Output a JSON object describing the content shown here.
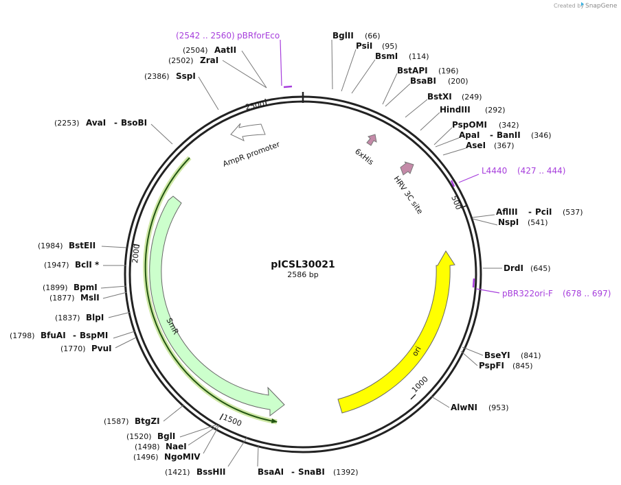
{
  "credit": {
    "created_by": "Created by",
    "brand": "SnapGene"
  },
  "plasmid": {
    "name": "pICSL30021",
    "length_label": "2586 bp",
    "length": 2586
  },
  "ticks": [
    "500",
    "1000",
    "1500",
    "2000",
    "2500"
  ],
  "enzymes": [
    {
      "name": "BglII",
      "pos": "(66)"
    },
    {
      "name": "PsiI",
      "pos": "(95)"
    },
    {
      "name": "BsmI",
      "pos": "(114)"
    },
    {
      "name": "BstAPI",
      "pos": "(196)"
    },
    {
      "name": "BsaBI",
      "pos": "(200)"
    },
    {
      "name": "BstXI",
      "pos": "(249)"
    },
    {
      "name": "HindIII",
      "pos": "(292)"
    },
    {
      "name": "PspOMI",
      "pos": "(342)"
    },
    {
      "name": "ApaI",
      "name2": "BanII",
      "pos": "(346)"
    },
    {
      "name": "AseI",
      "pos": "(367)"
    },
    {
      "name": "AflIII",
      "name2": "PciI",
      "pos": "(537)"
    },
    {
      "name": "NspI",
      "pos": "(541)"
    },
    {
      "name": "DrdI",
      "pos": "(645)"
    },
    {
      "name": "BseYI",
      "pos": "(841)"
    },
    {
      "name": "PspFI",
      "pos": "(845)"
    },
    {
      "name": "AlwNI",
      "pos": "(953)"
    },
    {
      "name": "BsaAI",
      "name2": "SnaBI",
      "pos": "(1392)"
    },
    {
      "name": "BssHII",
      "pos": "(1421)"
    },
    {
      "name": "NgoMIV",
      "pos": "(1496)"
    },
    {
      "name": "NaeI",
      "pos": "(1498)"
    },
    {
      "name": "BglI",
      "pos": "(1520)"
    },
    {
      "name": "BtgZI",
      "pos": "(1587)"
    },
    {
      "name": "PvuI",
      "pos": "(1770)"
    },
    {
      "name": "BfuAI",
      "name2": "BspMI",
      "pos": "(1798)"
    },
    {
      "name": "BlpI",
      "pos": "(1837)"
    },
    {
      "name": "MslI",
      "pos": "(1877)"
    },
    {
      "name": "BpmI",
      "pos": "(1899)"
    },
    {
      "name": "BclI *",
      "pos": "(1947)"
    },
    {
      "name": "BstEII",
      "pos": "(1984)"
    },
    {
      "name": "AvaI",
      "name2": "BsoBI",
      "pos": "(2253)"
    },
    {
      "name": "SspI",
      "pos": "(2386)"
    },
    {
      "name": "ZraI",
      "pos": "(2502)"
    },
    {
      "name": "AatII",
      "pos": "(2504)"
    }
  ],
  "primers": [
    {
      "name": "pBRforEco",
      "range": "(2542 .. 2560)"
    },
    {
      "name": "L4440",
      "range": "(427 .. 444)"
    },
    {
      "name": "pBR322ori-F",
      "range": "(678 .. 697)"
    }
  ],
  "features": [
    {
      "name": "AmpR promoter",
      "color": "#ffffff"
    },
    {
      "name": "6xHis",
      "color": "#c48aa8"
    },
    {
      "name": "HRV 3C site",
      "color": "#c48aa8"
    },
    {
      "name": "ori",
      "color": "#ffff00"
    },
    {
      "name": "SmR",
      "color": "#ccffcc"
    }
  ],
  "colors": {
    "primer": "#a63ddc",
    "backbone": "#222222",
    "insert_arc": "#99cc33"
  }
}
